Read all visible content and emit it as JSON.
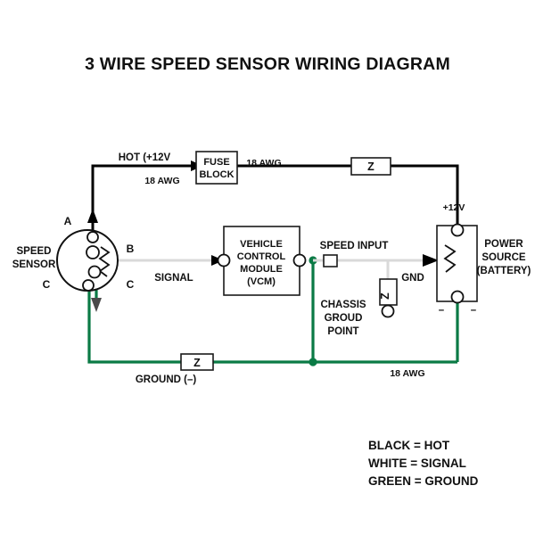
{
  "title": "3 WIRE SPEED SENSOR WIRING DIAGRAM",
  "components": {
    "sensor": {
      "name_line1": "SPEED",
      "name_line2": "SENSOR",
      "terminal_a": "A",
      "terminal_b": "B",
      "terminal_c_left": "C",
      "terminal_c_right": "C"
    },
    "fuse_block": {
      "line1": "FUSE",
      "line2": "BLOCK"
    },
    "vcm": {
      "line1": "VEHICLE",
      "line2": "CONTROL",
      "line3": "MODULE",
      "line4": "(VCM)"
    },
    "power_source": {
      "line1": "POWER",
      "line2": "SOURCE",
      "line3": "(BATTERY)",
      "plus_label": "+12V",
      "minus_left": "–",
      "minus_right": "–"
    },
    "chassis_ground": {
      "line1": "CHASSIS",
      "line2": "GROUD",
      "line3": "POINT"
    }
  },
  "wires": {
    "hot_label": "HOT (+12V",
    "hot_awg": "18 AWG",
    "fuse_out_awg": "18 AWG",
    "signal_label": "SIGNAL",
    "speed_input_label": "SPEED INPUT",
    "gnd_label": "GND",
    "ground_label": "GROUND  (–)",
    "ground_awg": "18 AWG",
    "connector_z_top": "Z",
    "connector_z_bottom": "Z",
    "connector_z_vertical": "Z"
  },
  "legend": {
    "items": [
      "BLACK = HOT",
      "WHITE = SIGNAL",
      "GREEN = GROUND"
    ]
  },
  "colors": {
    "hot": "#000000",
    "signal": "#d9d9d9",
    "ground": "#0a7a45",
    "text": "#111111",
    "background": "#ffffff"
  }
}
